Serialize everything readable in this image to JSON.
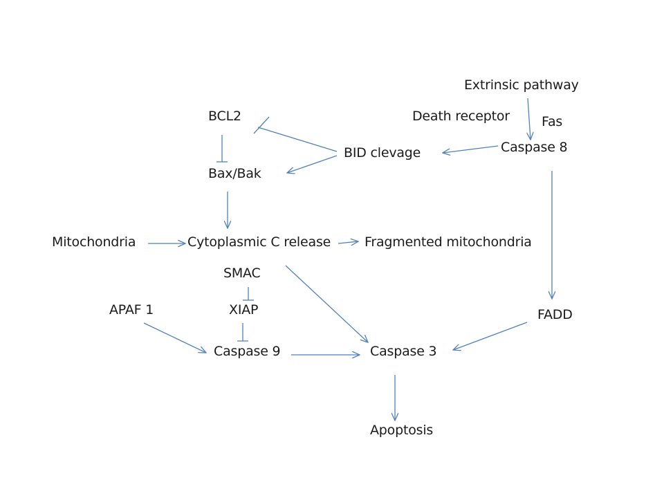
{
  "line_color": "#4f81bd",
  "text_color": "#1a1a1a",
  "nodes": {
    "extrinsic_pathway": "Extrinsic pathway",
    "death_receptor": "Death receptor",
    "fas": "Fas",
    "caspase_8": "Caspase 8",
    "bcl2": "BCL2",
    "bid_cleavage": "BID clevage",
    "bax_bak": "Bax/Bak",
    "mitochondria": "Mitochondria",
    "cytoplasmic_c_release": "Cytoplasmic C release",
    "fragmented_mitochondria": "Fragmented mitochondria",
    "smac": "SMAC",
    "xiap": "XIAP",
    "apaf1": "APAF 1",
    "caspase_9": "Caspase 9",
    "caspase_3": "Caspase 3",
    "fadd": "FADD",
    "apoptosis": "Apoptosis"
  },
  "edges": [
    {
      "from": "extrinsic_pathway",
      "to": "caspase_8",
      "type": "activates"
    },
    {
      "from": "caspase_8",
      "to": "bid_cleavage",
      "type": "activates"
    },
    {
      "from": "bid_cleavage",
      "to": "bcl2",
      "type": "inhibits"
    },
    {
      "from": "bid_cleavage",
      "to": "bax_bak",
      "type": "activates"
    },
    {
      "from": "bcl2",
      "to": "bax_bak",
      "type": "inhibits"
    },
    {
      "from": "bax_bak",
      "to": "cytoplasmic_c_release",
      "type": "activates"
    },
    {
      "from": "mitochondria",
      "to": "cytoplasmic_c_release",
      "type": "activates"
    },
    {
      "from": "cytoplasmic_c_release",
      "to": "fragmented_mitochondria",
      "type": "activates"
    },
    {
      "from": "cytoplasmic_c_release",
      "to": "caspase_3",
      "type": "activates"
    },
    {
      "from": "smac",
      "to": "xiap",
      "type": "inhibits"
    },
    {
      "from": "xiap",
      "to": "caspase_9",
      "type": "inhibits"
    },
    {
      "from": "apaf1",
      "to": "caspase_9",
      "type": "activates"
    },
    {
      "from": "caspase_9",
      "to": "caspase_3",
      "type": "activates"
    },
    {
      "from": "caspase_8",
      "to": "fadd",
      "type": "activates"
    },
    {
      "from": "fadd",
      "to": "caspase_3",
      "type": "activates"
    },
    {
      "from": "caspase_3",
      "to": "apoptosis",
      "type": "activates"
    }
  ]
}
